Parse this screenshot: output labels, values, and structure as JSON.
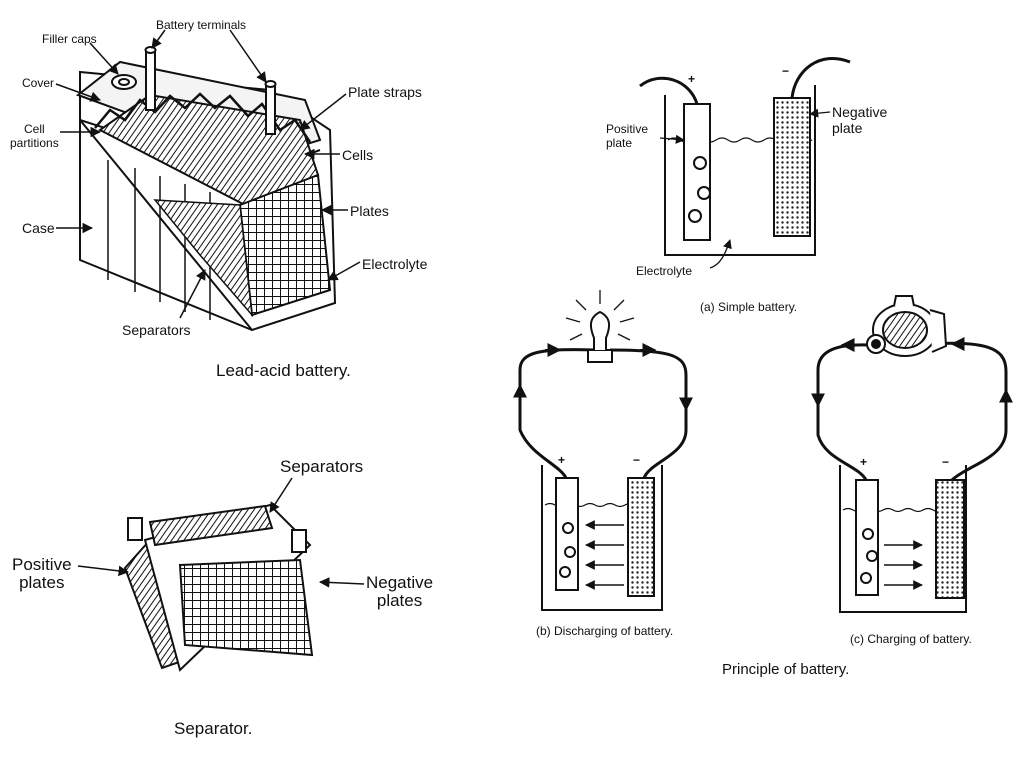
{
  "lead_acid": {
    "caption": "Lead-acid battery.",
    "labels": {
      "filler_caps": "Filler caps",
      "battery_terminals": "Battery terminals",
      "cover": "Cover",
      "plate_straps": "Plate straps",
      "cell_partitions": "Cell\npartitions",
      "cells": "Cells",
      "case": "Case",
      "plates": "Plates",
      "electrolyte": "Electrolyte",
      "separators": "Separators"
    }
  },
  "separator": {
    "caption": "Separator.",
    "labels": {
      "separators": "Separators",
      "positive_plates": "Positive\nplates",
      "negative_plates": "Negative\nplates"
    }
  },
  "principle": {
    "caption": "Principle of battery.",
    "simple": {
      "caption": "(a) Simple battery.",
      "positive_plate": "Positive\nplate",
      "negative_plate": "Negative\nplate",
      "electrolyte": "Electrolyte",
      "plus": "+",
      "minus": "−"
    },
    "discharging": {
      "caption": "(b) Discharging of battery.",
      "plus": "+",
      "minus": "−"
    },
    "charging": {
      "caption": "(c) Charging of battery.",
      "plus": "+",
      "minus": "−"
    }
  },
  "colors": {
    "ink": "#111111",
    "paper": "#ffffff"
  }
}
